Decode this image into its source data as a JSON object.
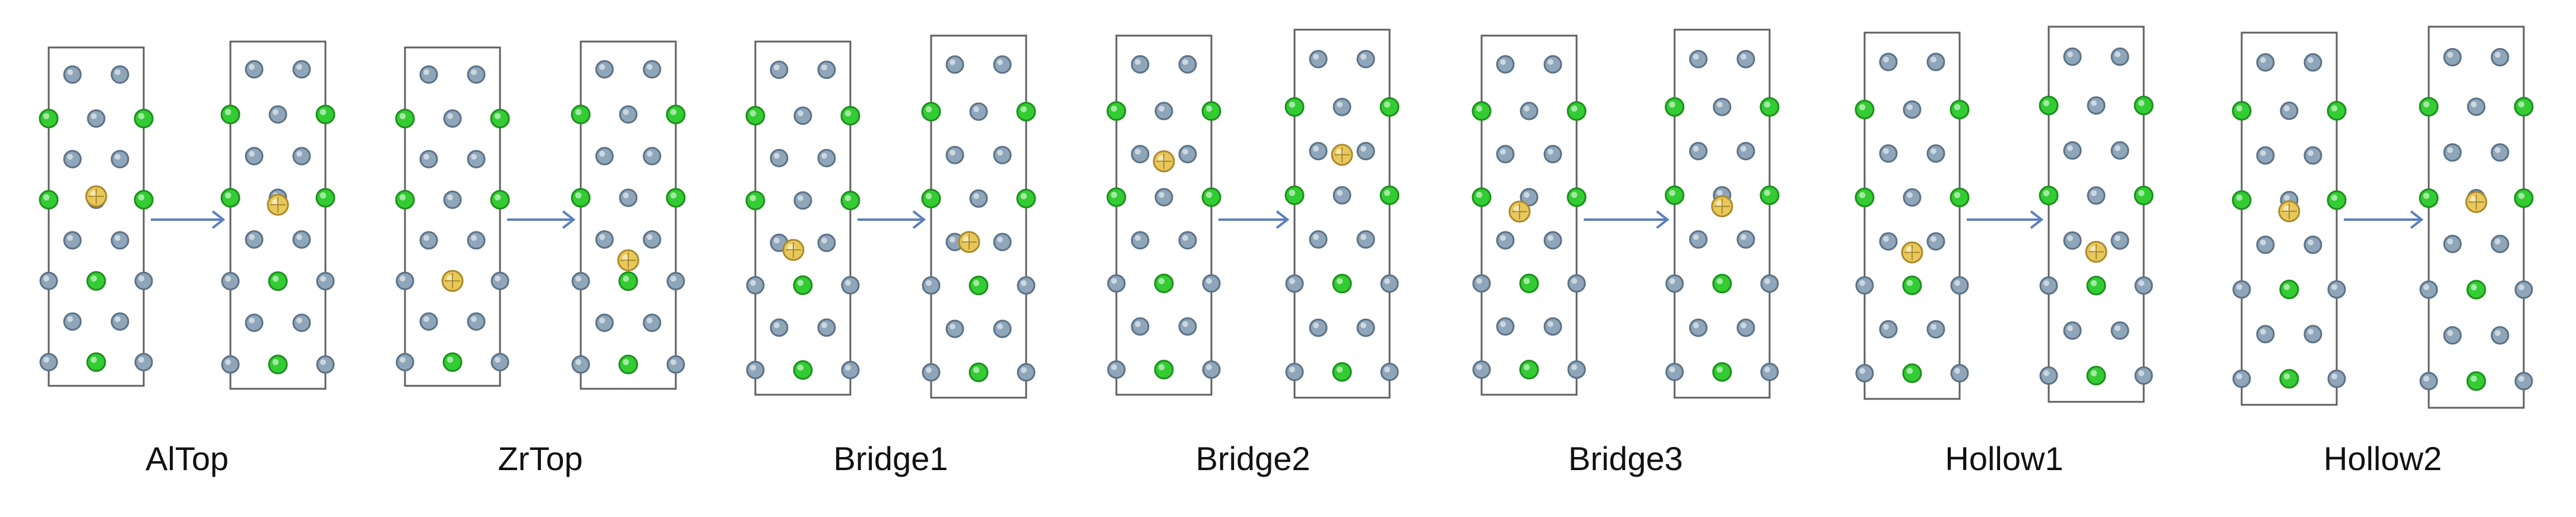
{
  "colors": {
    "frame": "#606060",
    "atom_grey": "#8fa6ba",
    "atom_grey_rim": "#5d7286",
    "atom_green": "#33cc33",
    "atom_green_rim": "#1e8f1e",
    "adsorbate": "#e8c85a",
    "adsorbate_rim": "#a98a2c",
    "arrow": "#5b7fbf"
  },
  "legend_icons": [
    "grey-atom-icon",
    "green-atom-icon",
    "yellow-adsorbate-icon",
    "arrow-icon"
  ],
  "configurations": [
    {
      "label": "AlTop"
    },
    {
      "label": "ZrTop"
    },
    {
      "label": "Bridge1"
    },
    {
      "label": "Bridge2"
    },
    {
      "label": "Bridge3"
    },
    {
      "label": "Hollow1"
    },
    {
      "label": "Hollow2"
    }
  ]
}
